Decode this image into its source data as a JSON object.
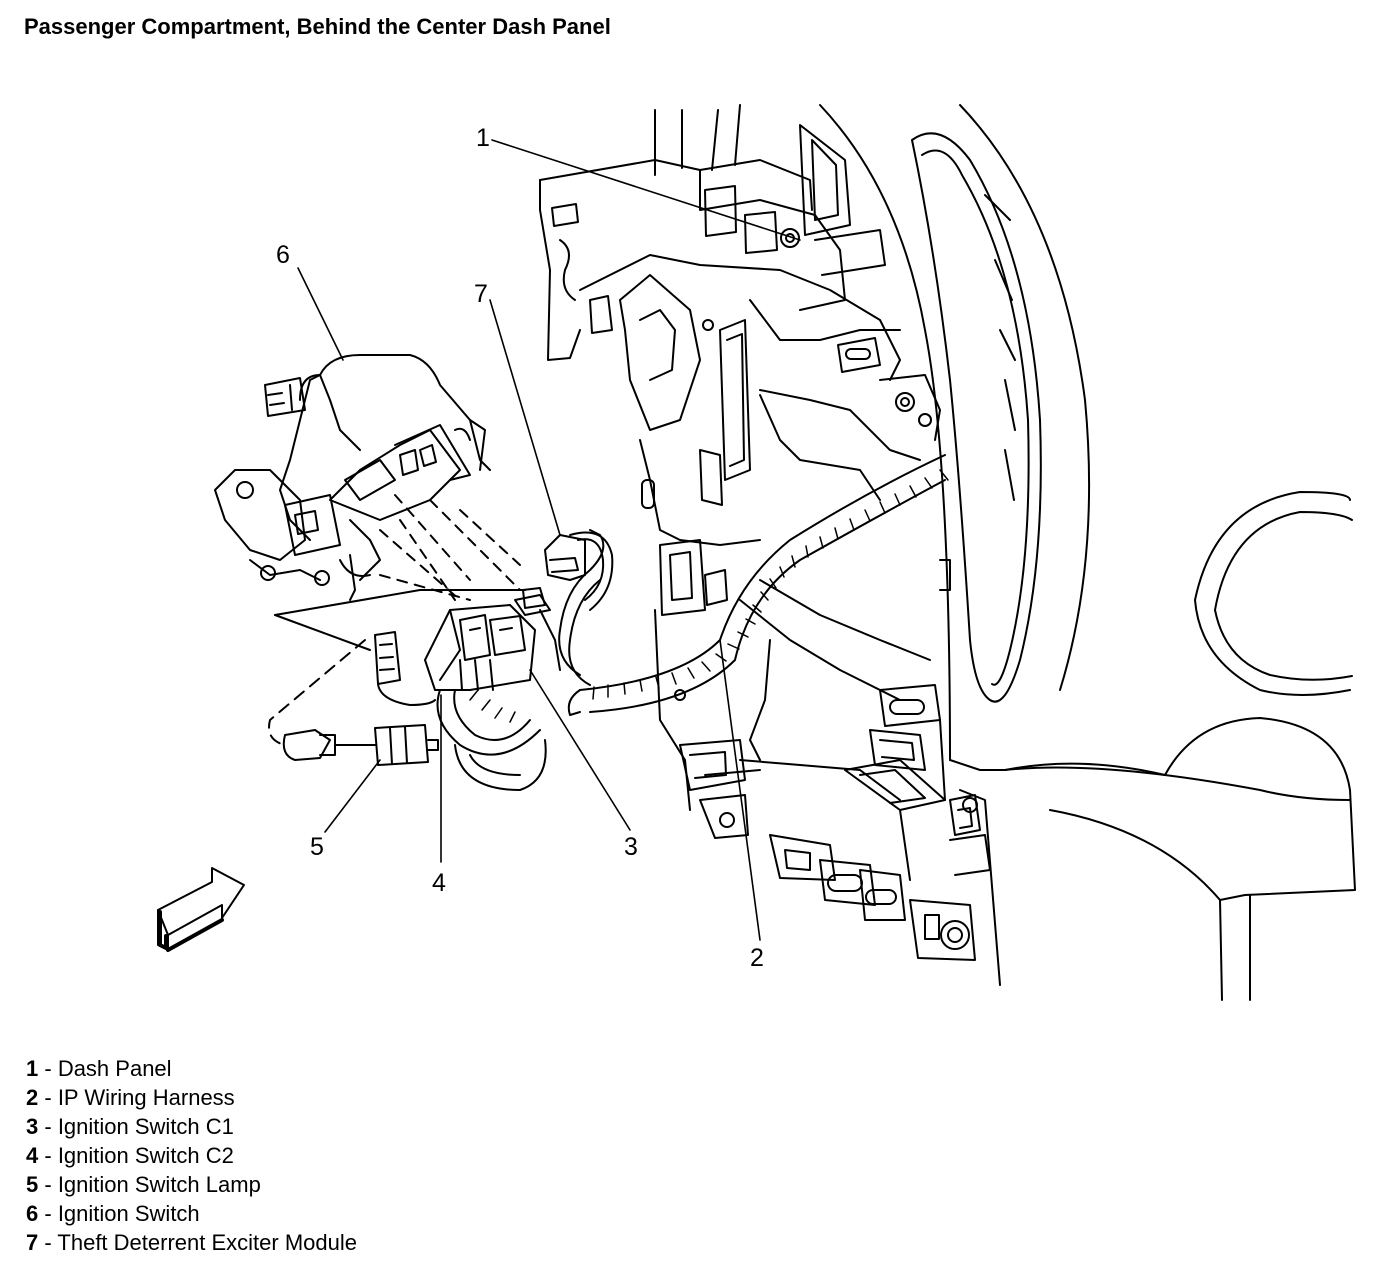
{
  "title": "Passenger Compartment, Behind the Center Dash Panel",
  "callouts": [
    "1",
    "2",
    "3",
    "4",
    "5",
    "6",
    "7"
  ],
  "legend": [
    {
      "num": "1",
      "sep": " - ",
      "label": "Dash Panel"
    },
    {
      "num": "2",
      "sep": " - ",
      "label": "IP Wiring Harness"
    },
    {
      "num": "3",
      "sep": " - ",
      "label": "Ignition Switch C1"
    },
    {
      "num": "4",
      "sep": " - ",
      "label": "Ignition Switch C2"
    },
    {
      "num": "5",
      "sep": " - ",
      "label": "Ignition Switch Lamp"
    },
    {
      "num": "6",
      "sep": " - ",
      "label": "Ignition Switch"
    },
    {
      "num": "7",
      "sep": " - ",
      "label": "Theft Deterrent Exciter Module"
    }
  ]
}
